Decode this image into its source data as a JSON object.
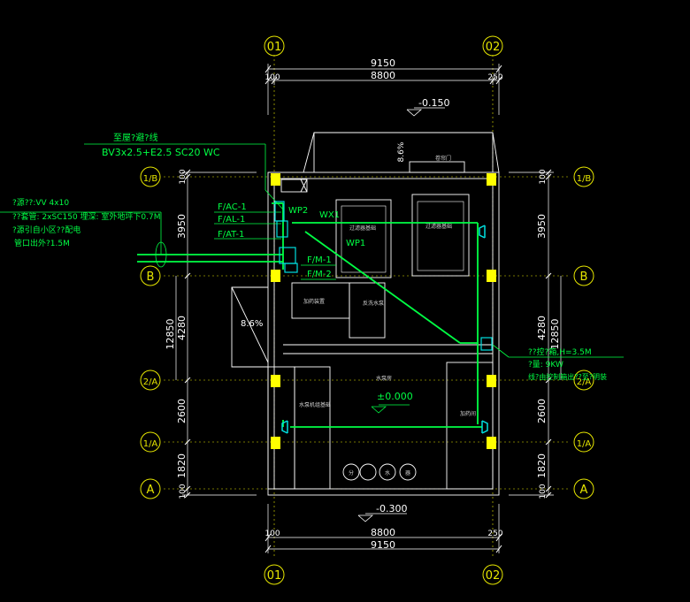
{
  "colors": {
    "background": "#000000",
    "axis": "#e6e600",
    "wire": "#00ff44",
    "cyan": "#00e0e0",
    "wall": "#ffffff",
    "dim": "#ffffff",
    "column": "#ffff00"
  },
  "axes": {
    "top_left": "01",
    "top_right": "02",
    "bottom_left": "01",
    "bottom_right": "02",
    "left_1": "1/B",
    "left_2": "B",
    "left_3": "2/A",
    "left_4": "1/A",
    "left_5": "A",
    "right_1": "1/B",
    "right_2": "B",
    "right_3": "2/A",
    "right_4": "1/A",
    "right_5": "A"
  },
  "dims": {
    "top_total": "9150",
    "top_inner": "8800",
    "top_left_offset": "100",
    "top_right_offset": "250",
    "bottom_total": "9150",
    "bottom_inner": "8800",
    "bottom_left_offset": "100",
    "bottom_right_offset": "250",
    "left_seg_top": "100",
    "left_seg_1": "3950",
    "left_seg_2": "4280",
    "left_total": "12850",
    "left_seg_3": "2600",
    "left_seg_4": "1820",
    "left_seg_bottom": "100",
    "right_seg_top": "100",
    "right_seg_1": "3950",
    "right_seg_2": "4280",
    "right_total": "12850",
    "right_seg_3": "2600",
    "right_seg_4": "1820",
    "right_seg_bottom": "100"
  },
  "levels": {
    "top": "-0.150",
    "center": "±0.000",
    "bottom": "-0.300",
    "slope_top": "8.6%",
    "slope_left": "8.6%"
  },
  "notes": {
    "top_line1": "至屋?避?线",
    "top_line2": "BV3x2.5+E2.5 SC20 WC",
    "left_line1": "?源??:VV    4x10",
    "left_line2": "??套管: 2xSC150  埋深: 室外地坪下0.7M",
    "left_line3": "?源引自小区??配电",
    "left_line4": "管口出外?1.5M",
    "right_line1": "??控?箱,H=3.5M",
    "right_line2": "?量: 9KW",
    "right_line3": "线?由控制箱出??至?明装"
  },
  "panels": {
    "ac": "F/AC-1",
    "al": "F/AL-1",
    "at": "F/AT-1",
    "wp2": "WP2",
    "m1": "F/M-1",
    "m2": "F/M-2",
    "wx1": "WX1",
    "wp1": "WP1"
  },
  "rooms": {
    "roll_door": "卷帘门",
    "filter_tank_1": "过滤器基础",
    "filter_tank_2": "过滤器基础",
    "pump_1": "加药装置",
    "pump_2": "反洗水泵",
    "pump_room": "水泵房",
    "dosing_room": "加药间",
    "left_corridor": "水泵机组基础",
    "cabinet_1": "分",
    "cabinet_2": "水",
    "cabinet_3": "器"
  }
}
